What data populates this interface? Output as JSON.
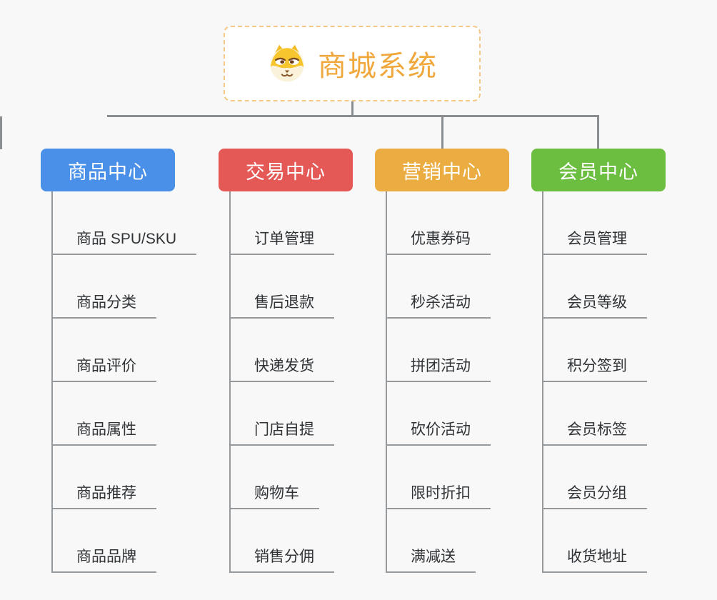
{
  "root": {
    "title": "商城系统",
    "icon": "dog-icon"
  },
  "branches": [
    {
      "label": "商品中心",
      "color": "#4A90E8",
      "items": [
        "商品 SPU/SKU",
        "商品分类",
        "商品评价",
        "商品属性",
        "商品推荐",
        "商品品牌"
      ]
    },
    {
      "label": "交易中心",
      "color": "#E45956",
      "items": [
        "订单管理",
        "售后退款",
        "快递发货",
        "门店自提",
        "购物车",
        "销售分佣"
      ]
    },
    {
      "label": "营销中心",
      "color": "#EBAD41",
      "items": [
        "优惠券码",
        "秒杀活动",
        "拼团活动",
        "砍价活动",
        "限时折扣",
        "满减送"
      ]
    },
    {
      "label": "会员中心",
      "color": "#6CBE40",
      "items": [
        "会员管理",
        "会员等级",
        "积分签到",
        "会员标签",
        "会员分组",
        "收货地址"
      ]
    }
  ],
  "colors": {
    "background": "#F8F8F8",
    "connector": "#8A8D90",
    "leaf_line": "#96999C",
    "root_border": "#F4C886",
    "root_text": "#F0A73C",
    "leaf_text": "#2F3336"
  }
}
